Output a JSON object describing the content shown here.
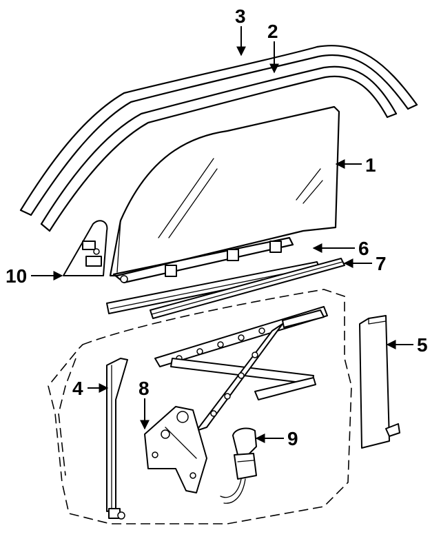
{
  "callouts": {
    "c1": "1",
    "c2": "2",
    "c3": "3",
    "c4": "4",
    "c5": "5",
    "c6": "6",
    "c7": "7",
    "c8": "8",
    "c9": "9",
    "c10": "10"
  },
  "parts": {
    "glass": "door glass",
    "run_channel_outer": "roof rail weatherstrip outer",
    "run_channel_inner": "roof rail weatherstrip inner",
    "rear_channel": "rear run channel",
    "front_channel": "front run channel",
    "inner_belt": "inner belt weatherstrip",
    "outer_belt": "outer belt weatherstrip",
    "regulator": "window regulator",
    "motor": "regulator motor",
    "vent_bracket": "front bracket"
  }
}
